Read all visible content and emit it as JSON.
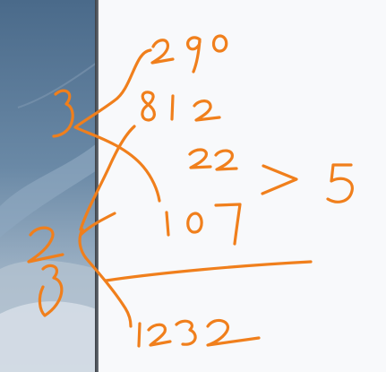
{
  "colors": {
    "ink": "#f07f1c",
    "canvas": "#f8f9fb",
    "wallpaper_top": "#52708f",
    "wallpaper_bottom": "#b7c6d4"
  },
  "ink_text": {
    "n290": "290",
    "n812": "812",
    "n22": "22",
    "n107": "107",
    "gt": ">",
    "n5": "5",
    "n1232": "1232",
    "left3": "3",
    "left2": "2",
    "left3b": "3"
  }
}
